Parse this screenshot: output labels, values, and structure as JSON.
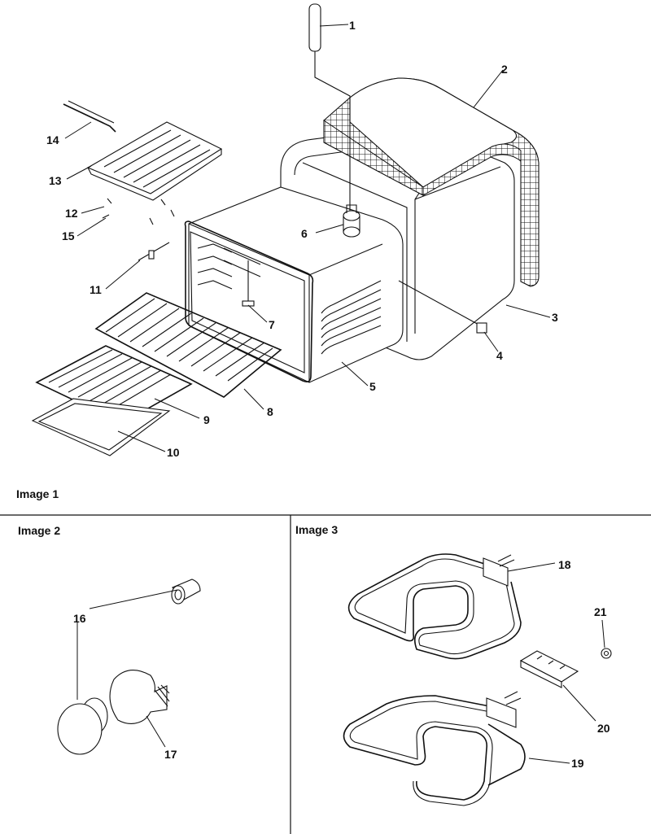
{
  "panels": [
    {
      "id": "image1",
      "title": "Image 1"
    },
    {
      "id": "image2",
      "title": "Image 2"
    },
    {
      "id": "image3",
      "title": "Image 3"
    }
  ],
  "callouts": [
    "1",
    "2",
    "3",
    "4",
    "5",
    "6",
    "7",
    "8",
    "9",
    "10",
    "11",
    "12",
    "13",
    "14",
    "15",
    "16",
    "17",
    "18",
    "19",
    "20",
    "21"
  ]
}
